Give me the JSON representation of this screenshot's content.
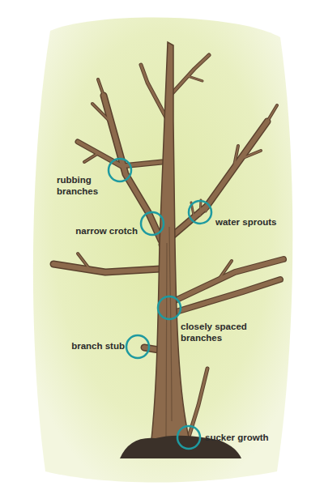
{
  "diagram": {
    "labels": [
      "rubbing branches",
      "narrow crotch",
      "water sprouts",
      "closely spaced branches",
      "branch stub",
      "sucker growth"
    ]
  }
}
